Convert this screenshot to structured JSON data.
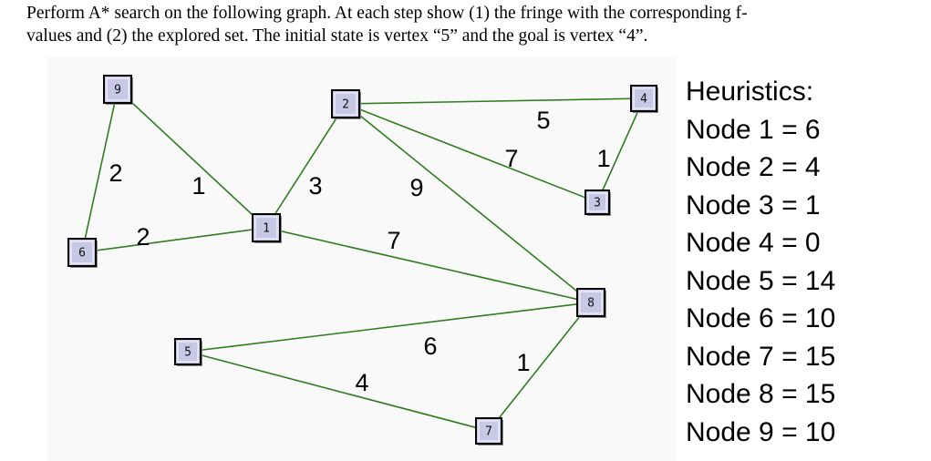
{
  "question": {
    "line1": "Perform A* search on the following graph. At each step show (1) the fringe with the corresponding f-",
    "line2": "values and (2) the explored set.  The initial state is vertex “5” and the goal is vertex “4”."
  },
  "graph": {
    "nodes": [
      {
        "id": "9",
        "label": "9"
      },
      {
        "id": "2",
        "label": "2"
      },
      {
        "id": "4",
        "label": "4"
      },
      {
        "id": "1",
        "label": "1"
      },
      {
        "id": "3",
        "label": "3"
      },
      {
        "id": "6",
        "label": "6"
      },
      {
        "id": "8",
        "label": "8"
      },
      {
        "id": "5",
        "label": "5"
      },
      {
        "id": "7",
        "label": "7"
      }
    ],
    "edges": [
      {
        "from": "9",
        "to": "6",
        "weight": "2"
      },
      {
        "from": "9",
        "to": "1",
        "weight": "1"
      },
      {
        "from": "6",
        "to": "1",
        "weight": "2"
      },
      {
        "from": "1",
        "to": "2",
        "weight": "3"
      },
      {
        "from": "1",
        "to": "8",
        "weight": "7"
      },
      {
        "from": "2",
        "to": "4",
        "weight": "5"
      },
      {
        "from": "2",
        "to": "3",
        "weight": "7"
      },
      {
        "from": "2",
        "to": "8",
        "weight": "9"
      },
      {
        "from": "4",
        "to": "3",
        "weight": "1"
      },
      {
        "from": "5",
        "to": "8",
        "weight": "6"
      },
      {
        "from": "5",
        "to": "7",
        "weight": "4"
      },
      {
        "from": "7",
        "to": "8",
        "weight": "1"
      }
    ],
    "edge_color": "#2e7d1e",
    "node_fill": "#c8c8e6",
    "node_border": "#000000"
  },
  "heuristics": {
    "title": "Heuristics:",
    "items": [
      "Node 1 = 6",
      "Node 2 = 4",
      "Node 3 = 1",
      "Node 4 = 0",
      "Node 5 = 14",
      "Node 6 = 10",
      "Node 7 = 15",
      "Node 8 = 15",
      "Node 9 = 10"
    ]
  }
}
